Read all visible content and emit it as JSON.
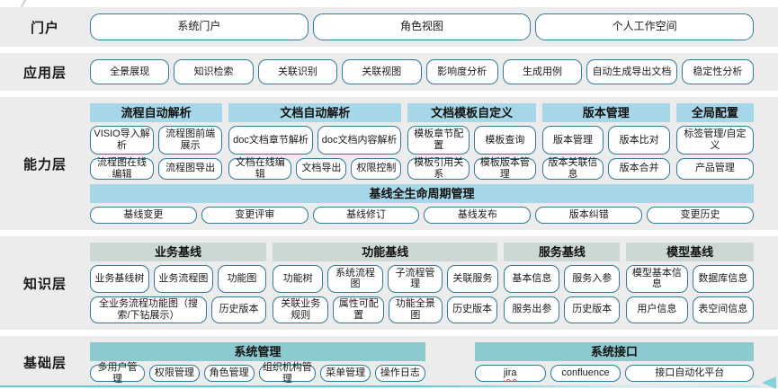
{
  "colors": {
    "band_bg": "#ececec",
    "button_border": "#2e7b98",
    "capability_header_bg": "#a6d7e8",
    "knowledge_header_bg": "#ccd8d4",
    "foundation_header_bg": "#8ccad0",
    "accent_line": "#6ec7d2",
    "accent_arrow": "#84d2db"
  },
  "bands": [
    {
      "id": "portal",
      "label": "门户",
      "section_rows": [
        [
          {
            "flex": 1,
            "rows": [
              [
                {
                  "t": "系统门户",
                  "f": 1
                },
                {
                  "t": "角色视图",
                  "f": 1
                },
                {
                  "t": "个人工作空间",
                  "f": 1
                }
              ]
            ]
          }
        ]
      ]
    },
    {
      "id": "app",
      "label": "应用层",
      "section_rows": [
        [
          {
            "flex": 1,
            "rows": [
              [
                {
                  "t": "全景展现",
                  "f": 1
                },
                {
                  "t": "知识检索",
                  "f": 1
                },
                {
                  "t": "关联识别",
                  "f": 1
                },
                {
                  "t": "关联视图",
                  "f": 1
                },
                {
                  "t": "影响度分析",
                  "f": 0.9
                },
                {
                  "t": "生成用例",
                  "f": 1
                },
                {
                  "t": "自动生成导出文档",
                  "f": 1.15
                },
                {
                  "t": "稳定性分析",
                  "f": 0.9
                }
              ]
            ]
          }
        ]
      ]
    },
    {
      "id": "capability",
      "label": "能力层",
      "section_rows": [
        [
          {
            "flex": 147,
            "header": "流程自动解析",
            "header_style": "blue",
            "rows": [
              [
                {
                  "t": "VISIO导入解析",
                  "f": 1
                },
                {
                  "t": "流程图前端展示",
                  "f": 1
                }
              ],
              [
                {
                  "t": "流程图在线编辑",
                  "f": 1
                },
                {
                  "t": "流程图导出",
                  "f": 1
                }
              ]
            ]
          },
          {
            "flex": 192,
            "header": "文档自动解析",
            "header_style": "blue",
            "rows": [
              [
                {
                  "t": "doc文档章节解析",
                  "f": 1
                },
                {
                  "t": "doc文档内容解析",
                  "f": 1
                }
              ],
              [
                {
                  "t": "文档在线编辑",
                  "f": 1.1
                },
                {
                  "t": "文档导出",
                  "f": 0.85
                },
                {
                  "t": "权限控制",
                  "f": 0.85
                }
              ]
            ]
          },
          {
            "flex": 142,
            "header": "文档模板自定义",
            "header_style": "blue",
            "rows": [
              [
                {
                  "t": "模板章节配置",
                  "f": 1
                },
                {
                  "t": "模板查询",
                  "f": 1
                }
              ],
              [
                {
                  "t": "模板引用关系",
                  "f": 1
                },
                {
                  "t": "模板版本管理",
                  "f": 1
                }
              ]
            ]
          },
          {
            "flex": 142,
            "header": "版本管理",
            "header_style": "blue",
            "rows": [
              [
                {
                  "t": "版本管理",
                  "f": 1
                },
                {
                  "t": "版本比对",
                  "f": 1
                }
              ],
              [
                {
                  "t": "版本关联信息",
                  "f": 1
                },
                {
                  "t": "版本合并",
                  "f": 1
                }
              ]
            ]
          },
          {
            "flex": 86,
            "header": "全局配置",
            "header_style": "blue",
            "rows": [
              [
                {
                  "t": "标签管理/自定义",
                  "f": 1
                }
              ],
              [
                {
                  "t": "产品管理",
                  "f": 1
                }
              ]
            ]
          }
        ],
        [
          {
            "flex": 1,
            "header": "基线全生命周期管理",
            "header_style": "blue",
            "rows": [
              [
                {
                  "t": "基线变更",
                  "f": 1
                },
                {
                  "t": "变更评审",
                  "f": 1
                },
                {
                  "t": "基线修订",
                  "f": 1
                },
                {
                  "t": "基线发布",
                  "f": 1
                },
                {
                  "t": "版本纠错",
                  "f": 1
                },
                {
                  "t": "变更历史",
                  "f": 1
                }
              ]
            ]
          }
        ]
      ]
    },
    {
      "id": "knowledge",
      "label": "知识层",
      "section_rows": [
        [
          {
            "flex": 195,
            "header": "业务基线",
            "header_style": "gray",
            "rows": [
              [
                {
                  "t": "业务基线树",
                  "f": 1
                },
                {
                  "t": "业务流程图",
                  "f": 1
                },
                {
                  "t": "功能图",
                  "f": 0.8
                }
              ],
              [
                {
                  "t": "全业务流程功能图（搜索/下钻展示）",
                  "f": 2.3
                },
                {
                  "t": "历史版本",
                  "f": 1
                }
              ]
            ]
          },
          {
            "flex": 249,
            "header": "功能基线",
            "header_style": "gray",
            "rows": [
              [
                {
                  "t": "功能树",
                  "f": 0.9
                },
                {
                  "t": "系统流程图",
                  "f": 1
                },
                {
                  "t": "子流程管理",
                  "f": 1
                },
                {
                  "t": "关联服务",
                  "f": 0.9
                }
              ],
              [
                {
                  "t": "关联业务规则",
                  "f": 1
                },
                {
                  "t": "属性可配置",
                  "f": 0.9
                },
                {
                  "t": "功能全景图",
                  "f": 0.95
                },
                {
                  "t": "历史版本",
                  "f": 0.9
                }
              ]
            ]
          },
          {
            "flex": 128,
            "header": "服务基线",
            "header_style": "gray",
            "rows": [
              [
                {
                  "t": "基本信息",
                  "f": 1
                },
                {
                  "t": "服务入参",
                  "f": 1
                }
              ],
              [
                {
                  "t": "服务出参",
                  "f": 1
                },
                {
                  "t": "历史版本",
                  "f": 1
                }
              ]
            ]
          },
          {
            "flex": 141,
            "header": "模型基线",
            "header_style": "gray",
            "rows": [
              [
                {
                  "t": "模型基本信息",
                  "f": 1
                },
                {
                  "t": "数据库信息",
                  "f": 1
                }
              ],
              [
                {
                  "t": "用户信息",
                  "f": 1
                },
                {
                  "t": "表空间信息",
                  "f": 1
                }
              ]
            ]
          }
        ]
      ]
    },
    {
      "id": "foundation",
      "label": "基础层",
      "section_rows": [
        [
          {
            "flex": 370,
            "header": "系统管理",
            "header_style": "teal",
            "rows": [
              [
                {
                  "t": "多用户管理",
                  "f": 1
                },
                {
                  "t": "权限管理",
                  "f": 0.9
                },
                {
                  "t": "角色管理",
                  "f": 0.9
                },
                {
                  "t": "组织机构管理",
                  "f": 1.05
                },
                {
                  "t": "菜单管理",
                  "f": 0.9
                },
                {
                  "t": "操作日志",
                  "f": 0.9
                }
              ]
            ]
          },
          {
            "flex": 308,
            "ml": 48,
            "header": "系统接口",
            "header_style": "teal",
            "rows": [
              [
                {
                  "t": "jira",
                  "f": 1,
                  "wavy": true
                },
                {
                  "t": "confluence",
                  "f": 1
                },
                {
                  "t": "接口自动化平台",
                  "f": 1.9
                }
              ]
            ]
          }
        ]
      ]
    }
  ]
}
